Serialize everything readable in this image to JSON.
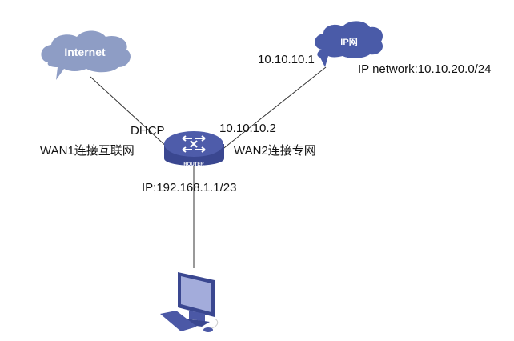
{
  "diagram": {
    "nodes": {
      "internet_cloud": {
        "label": "Internet",
        "color": "#8E9DC5"
      },
      "ip_cloud": {
        "label": "IP网",
        "color": "#4A5BA8"
      },
      "router": {
        "label": "ROUTER",
        "color": "#4E5CAA"
      },
      "pc": {
        "color": "#4B58A6"
      }
    },
    "labels": {
      "dhcp": "DHCP",
      "wan1": "WAN1连接互联网",
      "wan2_ip": "10.10.10.2",
      "wan2": "WAN2连接专网",
      "peer_ip": "10.10.10.1",
      "ip_network": "IP network:10.10.20.0/24",
      "lan_ip": "IP:192.168.1.1/23"
    }
  }
}
